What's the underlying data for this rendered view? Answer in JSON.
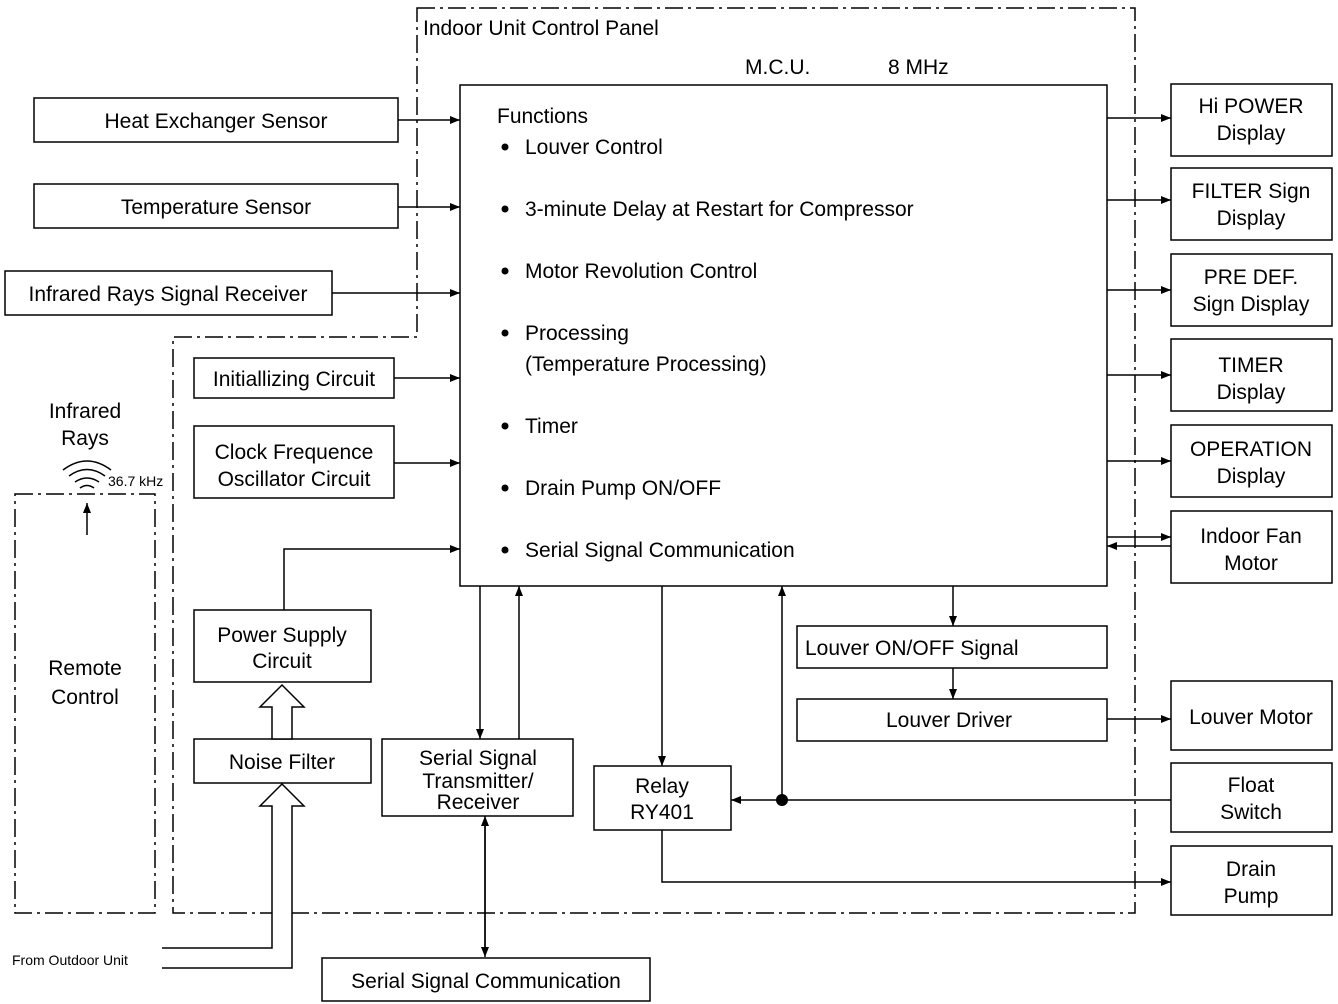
{
  "panel": {
    "title": "Indoor Unit Control Panel"
  },
  "mcu": {
    "label": "M.C.U.",
    "frequency": "8 MHz",
    "functions_title": "Functions",
    "functions": [
      "Louver Control",
      "3-minute Delay at Restart for Compressor",
      "Motor Revolution Control",
      "Processing",
      "Timer",
      "Drain Pump ON/OFF",
      "Serial Signal Communication"
    ],
    "processing_detail": "(Temperature Processing)"
  },
  "inputs": {
    "heat_exchanger_sensor": "Heat Exchanger Sensor",
    "temperature_sensor": "Temperature Sensor",
    "infrared_receiver": "Infrared Rays Signal Receiver",
    "initializing_circuit": "Initiallizing Circuit",
    "clock_oscillator": [
      "Clock Frequence",
      "Oscillator Circuit"
    ]
  },
  "power": {
    "power_supply": [
      "Power Supply",
      "Circuit"
    ],
    "noise_filter": "Noise Filter",
    "from_outdoor": "From Outdoor Unit"
  },
  "remote": {
    "infrared_label": [
      "Infrared",
      "Rays"
    ],
    "frequency": "36.7 kHz",
    "remote_control": [
      "Remote",
      "Control"
    ]
  },
  "serial": {
    "transceiver": [
      "Serial Signal",
      "Transmitter/",
      "Receiver"
    ],
    "communication": "Serial Signal Communication"
  },
  "relay": [
    "Relay",
    "RY401"
  ],
  "louver": {
    "signal": "Louver ON/OFF Signal",
    "driver": "Louver Driver"
  },
  "outputs": {
    "hi_power": [
      "Hi POWER",
      "Display"
    ],
    "filter": [
      "FILTER Sign",
      "Display"
    ],
    "pre_def": [
      "PRE DEF.",
      "Sign Display"
    ],
    "timer": [
      "TIMER",
      "Display"
    ],
    "operation": [
      "OPERATION",
      "Display"
    ],
    "indoor_fan": [
      "Indoor Fan",
      "Motor"
    ],
    "louver_motor": "Louver Motor",
    "float_switch": [
      "Float",
      "Switch"
    ],
    "drain_pump": [
      "Drain",
      "Pump"
    ]
  }
}
